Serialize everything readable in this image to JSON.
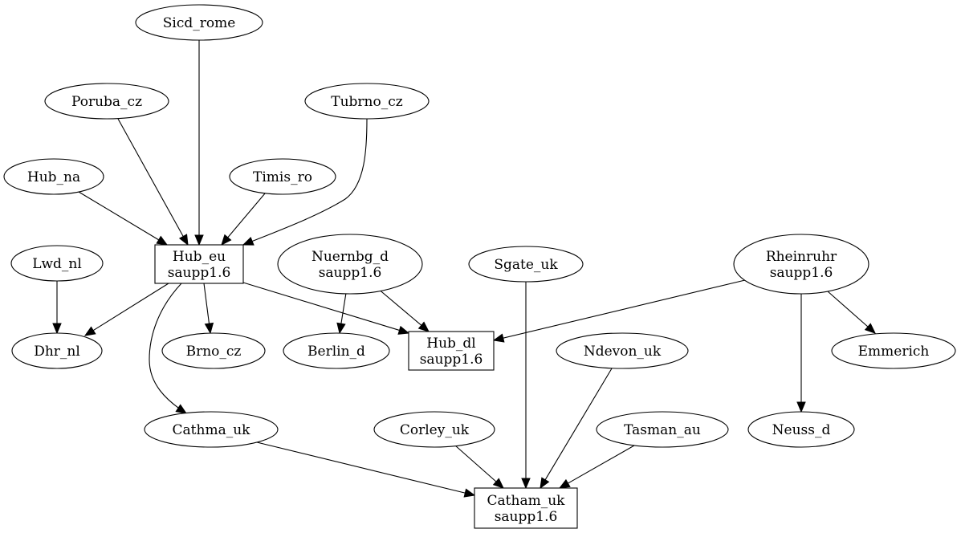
{
  "nodes": [
    {
      "id": "sicd_rome",
      "shape": "ellipse",
      "lines": [
        "Sicd_rome"
      ]
    },
    {
      "id": "poruba_cz",
      "shape": "ellipse",
      "lines": [
        "Poruba_cz"
      ]
    },
    {
      "id": "tubrno_cz",
      "shape": "ellipse",
      "lines": [
        "Tubrno_cz"
      ]
    },
    {
      "id": "hub_na",
      "shape": "ellipse",
      "lines": [
        "Hub_na"
      ]
    },
    {
      "id": "timis_ro",
      "shape": "ellipse",
      "lines": [
        "Timis_ro"
      ]
    },
    {
      "id": "lwd_nl",
      "shape": "ellipse",
      "lines": [
        "Lwd_nl"
      ]
    },
    {
      "id": "hub_eu",
      "shape": "box",
      "lines": [
        "Hub_eu",
        "saupp1.6"
      ]
    },
    {
      "id": "nuernbg_d",
      "shape": "ellipse",
      "lines": [
        "Nuernbg_d",
        "saupp1.6"
      ]
    },
    {
      "id": "sgate_uk",
      "shape": "ellipse",
      "lines": [
        "Sgate_uk"
      ]
    },
    {
      "id": "rheinruhr",
      "shape": "ellipse",
      "lines": [
        "Rheinruhr",
        "saupp1.6"
      ]
    },
    {
      "id": "dhr_nl",
      "shape": "ellipse",
      "lines": [
        "Dhr_nl"
      ]
    },
    {
      "id": "brno_cz",
      "shape": "ellipse",
      "lines": [
        "Brno_cz"
      ]
    },
    {
      "id": "berlin_d",
      "shape": "ellipse",
      "lines": [
        "Berlin_d"
      ]
    },
    {
      "id": "hub_dl",
      "shape": "box",
      "lines": [
        "Hub_dl",
        "saupp1.6"
      ]
    },
    {
      "id": "ndevon_uk",
      "shape": "ellipse",
      "lines": [
        "Ndevon_uk"
      ]
    },
    {
      "id": "emmerich",
      "shape": "ellipse",
      "lines": [
        "Emmerich"
      ]
    },
    {
      "id": "cathma_uk",
      "shape": "ellipse",
      "lines": [
        "Cathma_uk"
      ]
    },
    {
      "id": "corley_uk",
      "shape": "ellipse",
      "lines": [
        "Corley_uk"
      ]
    },
    {
      "id": "tasman_au",
      "shape": "ellipse",
      "lines": [
        "Tasman_au"
      ]
    },
    {
      "id": "neuss_d",
      "shape": "ellipse",
      "lines": [
        "Neuss_d"
      ]
    },
    {
      "id": "catham_uk",
      "shape": "box",
      "lines": [
        "Catham_uk",
        "saupp1.6"
      ]
    }
  ],
  "edges": [
    {
      "from": "sicd_rome",
      "to": "hub_eu"
    },
    {
      "from": "poruba_cz",
      "to": "hub_eu"
    },
    {
      "from": "tubrno_cz",
      "to": "hub_eu"
    },
    {
      "from": "hub_na",
      "to": "hub_eu"
    },
    {
      "from": "timis_ro",
      "to": "hub_eu"
    },
    {
      "from": "lwd_nl",
      "to": "dhr_nl"
    },
    {
      "from": "hub_eu",
      "to": "dhr_nl"
    },
    {
      "from": "hub_eu",
      "to": "brno_cz"
    },
    {
      "from": "hub_eu",
      "to": "hub_dl"
    },
    {
      "from": "hub_eu",
      "to": "cathma_uk"
    },
    {
      "from": "nuernbg_d",
      "to": "berlin_d"
    },
    {
      "from": "nuernbg_d",
      "to": "hub_dl"
    },
    {
      "from": "rheinruhr",
      "to": "hub_dl"
    },
    {
      "from": "rheinruhr",
      "to": "emmerich"
    },
    {
      "from": "rheinruhr",
      "to": "neuss_d"
    },
    {
      "from": "sgate_uk",
      "to": "catham_uk"
    },
    {
      "from": "ndevon_uk",
      "to": "catham_uk"
    },
    {
      "from": "cathma_uk",
      "to": "catham_uk"
    },
    {
      "from": "corley_uk",
      "to": "catham_uk"
    },
    {
      "from": "tasman_au",
      "to": "catham_uk"
    }
  ]
}
